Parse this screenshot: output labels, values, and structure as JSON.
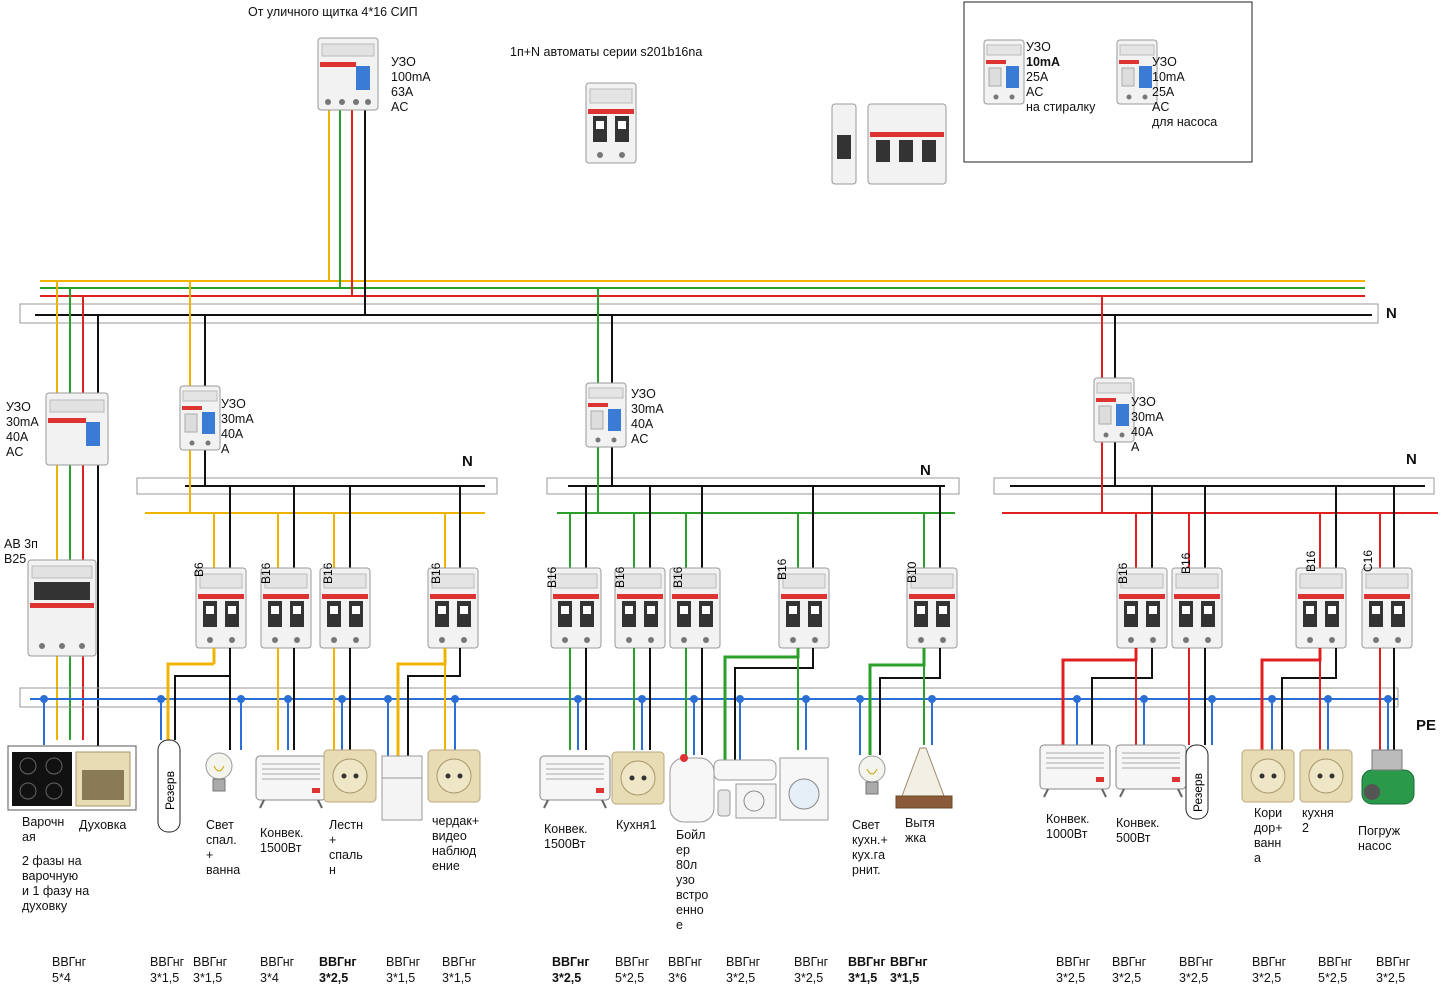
{
  "top": {
    "feed_text": "От уличного щитка 4*16 СИП",
    "breaker_series_text": "1п+N автоматы серии s201b16na",
    "main_rcd": {
      "l1": "УЗО",
      "l2": "100mA",
      "l3": " 63A",
      "l4": "AC"
    },
    "box_rcd1": {
      "l1": "УЗО",
      "l2": "10mA",
      "l3": "25A",
      "l4": "AC",
      "l5": "на стиралку"
    },
    "box_rcd2": {
      "l1": "УЗО",
      "l2": "10mA",
      "l3": "25A",
      "l4": "AC",
      "l5": "для насоса"
    }
  },
  "bus": {
    "n_main": "N",
    "n1": "N",
    "n2": "N",
    "n3": "N",
    "pe": "PE"
  },
  "left": {
    "rcd": {
      "l1": "УЗО",
      "l2": "30mA",
      "l3": "40A",
      "l4": "AC"
    },
    "breaker": {
      "l1": "АВ 3п",
      "l2": "B25"
    },
    "stove_label": "Варочн\nая",
    "oven_label": "Духовка",
    "note": "2 фазы на\nварочную\nи 1 фазу на\nдуховку"
  },
  "group1": {
    "rcd": {
      "l1": "УЗО",
      "l2": "30mA",
      "l3": "40A",
      "l4": "A"
    },
    "breakers": [
      "B6",
      "B16",
      "B16",
      "B16"
    ],
    "reserve": "Резерв",
    "light_label": "Свет\nспал.\n+\nванна",
    "conv_label": "Конвек.\n1500Вт",
    "stair_label": "Лестн\n+\nспаль\nн",
    "attic_label": "чердак+\nвидео\nнаблюд\nение"
  },
  "group2": {
    "rcd": {
      "l1": "УЗО",
      "l2": "30mA",
      "l3": " 40A",
      "l4": "AC"
    },
    "breakers": [
      "B16",
      "B16",
      "B16",
      "B16",
      "B10"
    ],
    "conv_label": "Конвек.\n1500Вт",
    "kitchen_label": "Кухня1",
    "boiler_label": "Бойл\nер\n80л\nузо\nвстро\nенно\nе",
    "light_label": "Свет\nкухн.+\nкух.гa\nрнит.",
    "hood_label": "Вытя\nжка"
  },
  "group3": {
    "rcd": {
      "l1": "УЗО",
      "l2": "30mA",
      "l3": "40A",
      "l4": "A"
    },
    "breakers": [
      "B16",
      "B16",
      "B16",
      "C16"
    ],
    "conv1_label": "Конвек.\n1000Вт",
    "conv2_label": "Конвек.\n500Вт",
    "reserve": "Резерв",
    "corridor_label": "Кори\nдор+\nванн\nа",
    "kitchen2_label": "кухня\n2",
    "pump_label": "Погруж\nнасос"
  },
  "cables": [
    {
      "l1": "ВВГнг",
      "l2": "5*4"
    },
    {
      "l1": "ВВГнг",
      "l2": "3*1,5"
    },
    {
      "l1": "ВВГнг",
      "l2": "3*1,5"
    },
    {
      "l1": "ВВГнг",
      "l2": "3*4"
    },
    {
      "l1": "ВВГнг",
      "l2": "3*2,5"
    },
    {
      "l1": "ВВГнг",
      "l2": "3*1,5"
    },
    {
      "l1": "ВВГнг",
      "l2": "3*1,5"
    },
    {
      "l1": "ВВГнг",
      "l2": "3*2,5"
    },
    {
      "l1": "ВВГнг",
      "l2": "5*2,5"
    },
    {
      "l1": "ВВГнг",
      "l2": "3*6"
    },
    {
      "l1": "ВВГнг",
      "l2": "3*2,5"
    },
    {
      "l1": "ВВГнг",
      "l2": "3*2,5"
    },
    {
      "l1": "ВВГнг",
      "l2": "3*1,5"
    },
    {
      "l1": "ВВГнг",
      "l2": "3*1,5"
    },
    {
      "l1": "ВВГнг",
      "l2": "3*2,5"
    },
    {
      "l1": "ВВГнг",
      "l2": "3*2,5"
    },
    {
      "l1": "ВВГнг",
      "l2": "3*2,5"
    },
    {
      "l1": "ВВГнг",
      "l2": "3*2,5"
    },
    {
      "l1": "ВВГнг",
      "l2": "5*2,5"
    },
    {
      "l1": "ВВГнг",
      "l2": "3*2,5"
    }
  ],
  "colors": {
    "l1": "#f0b400",
    "l2": "#2aa02a",
    "l3": "#e02020",
    "n": "#111111",
    "pe": "#2a6fd6"
  }
}
